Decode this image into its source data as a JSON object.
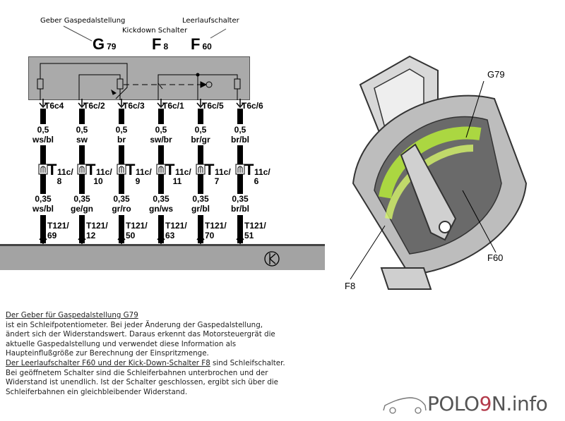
{
  "schematic": {
    "callouts": {
      "g79_name": "Geber Gaspedalstellung",
      "f8_name": "Kickdown Schalter",
      "f60_name": "Leerlaufschalter"
    },
    "components": [
      {
        "letter": "G",
        "number": "79"
      },
      {
        "letter": "F",
        "number": "8"
      },
      {
        "letter": "F",
        "number": "60"
      }
    ],
    "columns": [
      {
        "pin": "T6c4",
        "size1": "0,5",
        "color1": "ws/bl",
        "conn": "11c/",
        "connpin": "8",
        "size2": "0,35",
        "color2": "ws/bl",
        "ecu": "T121/",
        "ecupin": "69"
      },
      {
        "pin": "T6c/2",
        "size1": "0,5",
        "color1": "sw",
        "conn": "11c/",
        "connpin": "10",
        "size2": "0,35",
        "color2": "ge/gn",
        "ecu": "T121/",
        "ecupin": "12"
      },
      {
        "pin": "T6c/3",
        "size1": "0,5",
        "color1": "br",
        "conn": "11c/",
        "connpin": "9",
        "size2": "0,35",
        "color2": "gr/ro",
        "ecu": "T121/",
        "ecupin": "50"
      },
      {
        "pin": "T6c/1",
        "size1": "0,5",
        "color1": "sw/br",
        "conn": "11c/",
        "connpin": "11",
        "size2": "0,35",
        "color2": "gn/ws",
        "ecu": "T121/",
        "ecupin": "63"
      },
      {
        "pin": "T6c/5",
        "size1": "0,5",
        "color1": "br/gr",
        "conn": "11c/",
        "connpin": "7",
        "size2": "0,35",
        "color2": "gr/bl",
        "ecu": "T121/",
        "ecupin": "70"
      },
      {
        "pin": "T6c/6",
        "size1": "0,5",
        "color1": "br/bl",
        "conn": "11c/",
        "connpin": "6",
        "size2": "0,35",
        "color2": "br/bl",
        "ecu": "T121/",
        "ecupin": "51"
      }
    ],
    "conn_letter": "T"
  },
  "illustration": {
    "labels": {
      "g79": "G79",
      "f60": "F60",
      "f8": "F8"
    },
    "accent_green": "#b6ea3a"
  },
  "description": {
    "heading1": "Der Geber für Gaspedalstellung G79",
    "para1": "ist ein Schleifpotentiometer. Bei jeder Änderung der Gaspedalstellung, ändert sich der Widerstandswert. Daraus erkennt das Motorsteuergrät die aktuelle Gaspedalstellung und verwendet diese Information als Haupteinflußgröße zur Berechnung der Einspritzmenge.",
    "heading2": "Der Leerlaufschalter F60 und der Kick-Down-Schalter F8",
    "para2": " sind Schleifschalter. Bei geöffnetem Schalter sind die Schleiferbahnen unterbrochen und der Widerstand ist unendlich. Ist der Schalter geschlossen, ergibt sich über die Schleiferbahnen ein gleichbleibender Widerstand."
  },
  "logo": {
    "prefix": "POLO",
    "nine": "9",
    "suffix": "N.info"
  }
}
